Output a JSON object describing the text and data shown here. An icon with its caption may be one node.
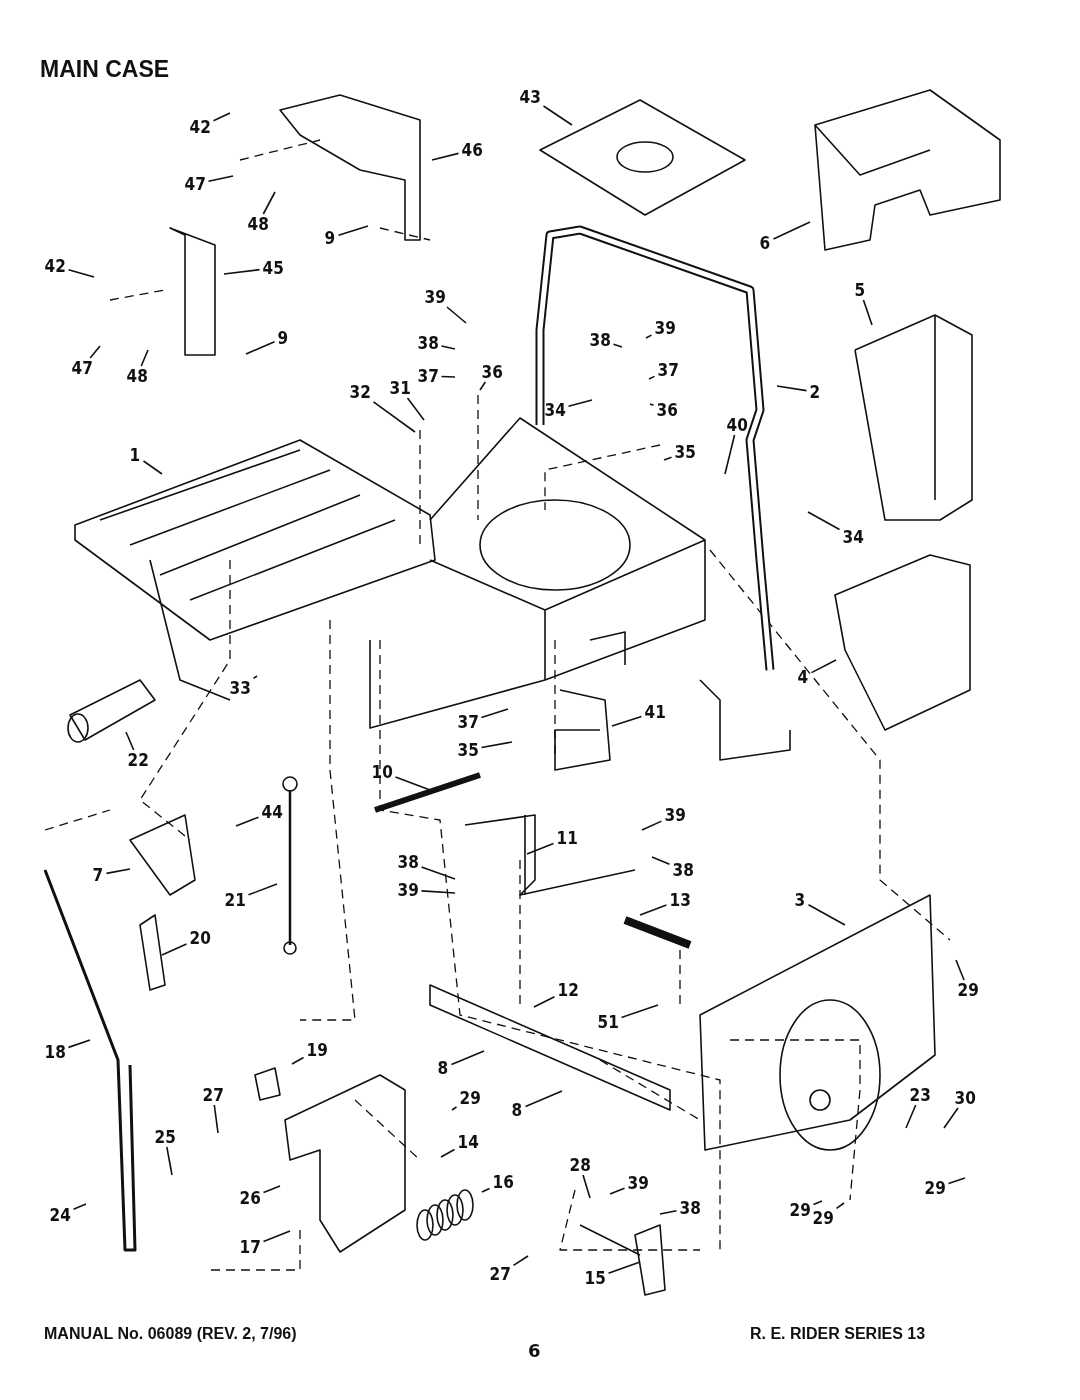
{
  "diagram": {
    "title": "MAIN CASE",
    "nodes": [
      {
        "text": [
          "42"
        ]
      },
      {
        "text": [
          "43"
        ]
      },
      {
        "text": [
          "46"
        ]
      },
      {
        "text": [
          "47"
        ]
      },
      {
        "text": [
          "48"
        ]
      },
      {
        "text": [
          "9"
        ]
      },
      {
        "text": [
          "6"
        ]
      },
      {
        "text": [
          "42"
        ]
      },
      {
        "text": [
          "45"
        ]
      },
      {
        "text": [
          "5"
        ]
      },
      {
        "text": [
          "39"
        ]
      },
      {
        "text": [
          "38"
        ]
      },
      {
        "text": [
          "39"
        ]
      },
      {
        "text": [
          "9"
        ]
      },
      {
        "text": [
          "38"
        ]
      },
      {
        "text": [
          "37"
        ]
      },
      {
        "text": [
          "36"
        ]
      },
      {
        "text": [
          "37"
        ]
      },
      {
        "text": [
          "47"
        ]
      },
      {
        "text": [
          "48"
        ]
      },
      {
        "text": [
          "32"
        ]
      },
      {
        "text": [
          "31"
        ]
      },
      {
        "text": [
          "2"
        ]
      },
      {
        "text": [
          "34"
        ]
      },
      {
        "text": [
          "36"
        ]
      },
      {
        "text": [
          "40"
        ]
      },
      {
        "text": [
          "1"
        ]
      },
      {
        "text": [
          "35"
        ]
      },
      {
        "text": [
          "34"
        ]
      },
      {
        "text": [
          "33"
        ]
      },
      {
        "text": [
          "4"
        ]
      },
      {
        "text": [
          "37"
        ]
      },
      {
        "text": [
          "41"
        ]
      },
      {
        "text": [
          "22"
        ]
      },
      {
        "text": [
          "35"
        ]
      },
      {
        "text": [
          "10"
        ]
      },
      {
        "text": [
          "44"
        ]
      },
      {
        "text": [
          "39"
        ]
      },
      {
        "text": [
          "11"
        ]
      },
      {
        "text": [
          "7"
        ]
      },
      {
        "text": [
          "38"
        ]
      },
      {
        "text": [
          "38"
        ]
      },
      {
        "text": [
          "21"
        ]
      },
      {
        "text": [
          "39"
        ]
      },
      {
        "text": [
          "13"
        ]
      },
      {
        "text": [
          "3"
        ]
      },
      {
        "text": [
          "20"
        ]
      },
      {
        "text": [
          "29"
        ]
      },
      {
        "text": [
          "12"
        ]
      },
      {
        "text": [
          "51"
        ]
      },
      {
        "text": [
          "19"
        ]
      },
      {
        "text": [
          "18"
        ]
      },
      {
        "text": [
          "8"
        ]
      },
      {
        "text": [
          "29"
        ]
      },
      {
        "text": [
          "27"
        ]
      },
      {
        "text": [
          "23"
        ]
      },
      {
        "text": [
          "30"
        ]
      },
      {
        "text": [
          "8"
        ]
      },
      {
        "text": [
          "25"
        ]
      },
      {
        "text": [
          "14"
        ]
      },
      {
        "text": [
          "28"
        ]
      },
      {
        "text": [
          "39"
        ]
      },
      {
        "text": [
          "16"
        ]
      },
      {
        "text": [
          "26"
        ]
      },
      {
        "text": [
          "38"
        ]
      },
      {
        "text": [
          "29"
        ]
      },
      {
        "text": [
          "24"
        ]
      },
      {
        "text": [
          "29"
        ]
      },
      {
        "text": [
          "29"
        ]
      },
      {
        "text": [
          "17"
        ]
      },
      {
        "text": [
          "27"
        ]
      },
      {
        "text": [
          "15"
        ]
      }
    ],
    "edges": [
      {
        "from": 0,
        "to": null,
        "arrow": "none"
      },
      {
        "from": 1,
        "to": null,
        "arrow": "none"
      },
      {
        "from": 2,
        "to": null,
        "arrow": "none"
      },
      {
        "from": 3,
        "to": null,
        "arrow": "none"
      },
      {
        "from": 4,
        "to": null,
        "arrow": "none"
      },
      {
        "from": 5,
        "to": null,
        "arrow": "none"
      },
      {
        "from": 6,
        "to": null,
        "arrow": "none"
      },
      {
        "from": 7,
        "to": null,
        "arrow": "none"
      },
      {
        "from": 8,
        "to": null,
        "arrow": "none"
      },
      {
        "from": 9,
        "to": null,
        "arrow": "none"
      },
      {
        "from": 10,
        "to": null,
        "arrow": "none"
      },
      {
        "from": 11,
        "to": null,
        "arrow": "none"
      },
      {
        "from": 12,
        "to": null,
        "arrow": "none"
      },
      {
        "from": 13,
        "to": null,
        "arrow": "none"
      },
      {
        "from": 14,
        "to": null,
        "arrow": "none"
      },
      {
        "from": 15,
        "to": null,
        "arrow": "none"
      },
      {
        "from": 16,
        "to": null,
        "arrow": "none"
      },
      {
        "from": 17,
        "to": null,
        "arrow": "none"
      },
      {
        "from": 18,
        "to": null,
        "arrow": "none"
      },
      {
        "from": 19,
        "to": null,
        "arrow": "none"
      },
      {
        "from": 20,
        "to": null,
        "arrow": "none"
      },
      {
        "from": 21,
        "to": null,
        "arrow": "none"
      },
      {
        "from": 22,
        "to": null,
        "arrow": "none"
      },
      {
        "from": 23,
        "to": null,
        "arrow": "none"
      },
      {
        "from": 24,
        "to": null,
        "arrow": "none"
      },
      {
        "from": 25,
        "to": null,
        "arrow": "none"
      },
      {
        "from": 26,
        "to": null,
        "arrow": "none"
      },
      {
        "from": 27,
        "to": null,
        "arrow": "none"
      },
      {
        "from": 28,
        "to": null,
        "arrow": "none"
      },
      {
        "from": 29,
        "to": null,
        "arrow": "none"
      },
      {
        "from": 30,
        "to": null,
        "arrow": "none"
      },
      {
        "from": 31,
        "to": null,
        "arrow": "none"
      },
      {
        "from": 32,
        "to": null,
        "arrow": "none"
      },
      {
        "from": 33,
        "to": null,
        "arrow": "none"
      },
      {
        "from": 34,
        "to": null,
        "arrow": "none"
      },
      {
        "from": 35,
        "to": null,
        "arrow": "none"
      },
      {
        "from": 36,
        "to": null,
        "arrow": "none"
      },
      {
        "from": 37,
        "to": null,
        "arrow": "none"
      },
      {
        "from": 38,
        "to": null,
        "arrow": "none"
      },
      {
        "from": 39,
        "to": null,
        "arrow": "none"
      },
      {
        "from": 40,
        "to": null,
        "arrow": "none"
      },
      {
        "from": 41,
        "to": null,
        "arrow": "none"
      },
      {
        "from": 42,
        "to": null,
        "arrow": "none"
      },
      {
        "from": 43,
        "to": null,
        "arrow": "none"
      },
      {
        "from": 44,
        "to": null,
        "arrow": "none"
      },
      {
        "from": 45,
        "to": null,
        "arrow": "none"
      },
      {
        "from": 46,
        "to": null,
        "arrow": "none"
      },
      {
        "from": 47,
        "to": null,
        "arrow": "none"
      },
      {
        "from": 48,
        "to": null,
        "arrow": "none"
      },
      {
        "from": 49,
        "to": null,
        "arrow": "none"
      },
      {
        "from": 50,
        "to": null,
        "arrow": "none"
      },
      {
        "from": 51,
        "to": null,
        "arrow": "none"
      },
      {
        "from": 52,
        "to": null,
        "arrow": "none"
      },
      {
        "from": 53,
        "to": null,
        "arrow": "none"
      },
      {
        "from": 54,
        "to": null,
        "arrow": "none"
      },
      {
        "from": 55,
        "to": null,
        "arrow": "none"
      },
      {
        "from": 56,
        "to": null,
        "arrow": "none"
      },
      {
        "from": 57,
        "to": null,
        "arrow": "none"
      },
      {
        "from": 58,
        "to": null,
        "arrow": "none"
      },
      {
        "from": 59,
        "to": null,
        "arrow": "none"
      },
      {
        "from": 60,
        "to": null,
        "arrow": "none"
      },
      {
        "from": 61,
        "to": null,
        "arrow": "none"
      },
      {
        "from": 62,
        "to": null,
        "arrow": "none"
      },
      {
        "from": 63,
        "to": null,
        "arrow": "none"
      },
      {
        "from": 64,
        "to": null,
        "arrow": "none"
      },
      {
        "from": 65,
        "to": null,
        "arrow": "none"
      },
      {
        "from": 66,
        "to": null,
        "arrow": "none"
      },
      {
        "from": 67,
        "to": null,
        "arrow": "none"
      },
      {
        "from": 68,
        "to": null,
        "arrow": "none"
      },
      {
        "from": 69,
        "to": null,
        "arrow": "none"
      },
      {
        "from": 70,
        "to": null,
        "arrow": "none"
      },
      {
        "from": 71,
        "to": null,
        "arrow": "none"
      }
    ],
    "labels": [
      "MANUAL No. 06089 (REV. 2, 7/96)",
      "6",
      "R. E. RIDER SERIES 13"
    ]
  }
}
